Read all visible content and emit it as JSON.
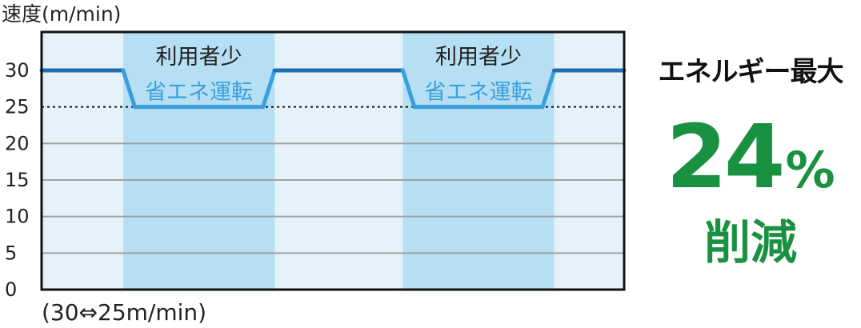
{
  "chart_data": {
    "type": "line",
    "ylabel": "速度(m/min)",
    "ylim": [
      0,
      30
    ],
    "yticks": [
      "0",
      "5",
      "10",
      "15",
      "20",
      "25",
      "30"
    ],
    "xlabel": "(30⇔25m/min)",
    "grid": true,
    "reference_line": {
      "y": 25,
      "style": "dotted"
    },
    "series": [
      {
        "color": "#1f6fb3",
        "highlight_color": "#3aa0dc",
        "points": [
          [
            0,
            30
          ],
          [
            1.4,
            30
          ],
          [
            1.6,
            25
          ],
          [
            3.8,
            25
          ],
          [
            4.0,
            30
          ],
          [
            6.2,
            30
          ],
          [
            6.4,
            25
          ],
          [
            8.6,
            25
          ],
          [
            8.8,
            30
          ],
          [
            10,
            30
          ]
        ]
      }
    ],
    "xlim": [
      0,
      10
    ],
    "bands": [
      {
        "x": [
          1.4,
          4.0
        ],
        "label_top": "利用者少",
        "label_bottom": "省エネ運転"
      },
      {
        "x": [
          6.2,
          8.8
        ],
        "label_top": "利用者少",
        "label_bottom": "省エネ運転"
      }
    ],
    "colors": {
      "plot_bg": "#e6f2fa",
      "band_bg": "#b6dff3",
      "grid": "#a0a0a0",
      "label_bottom": "#3aa0dc",
      "accent_green": "#1a9140"
    }
  },
  "summary": {
    "headline": "エネルギー最大",
    "percent_value": "24",
    "percent_unit": "%",
    "subtext": "削減"
  }
}
